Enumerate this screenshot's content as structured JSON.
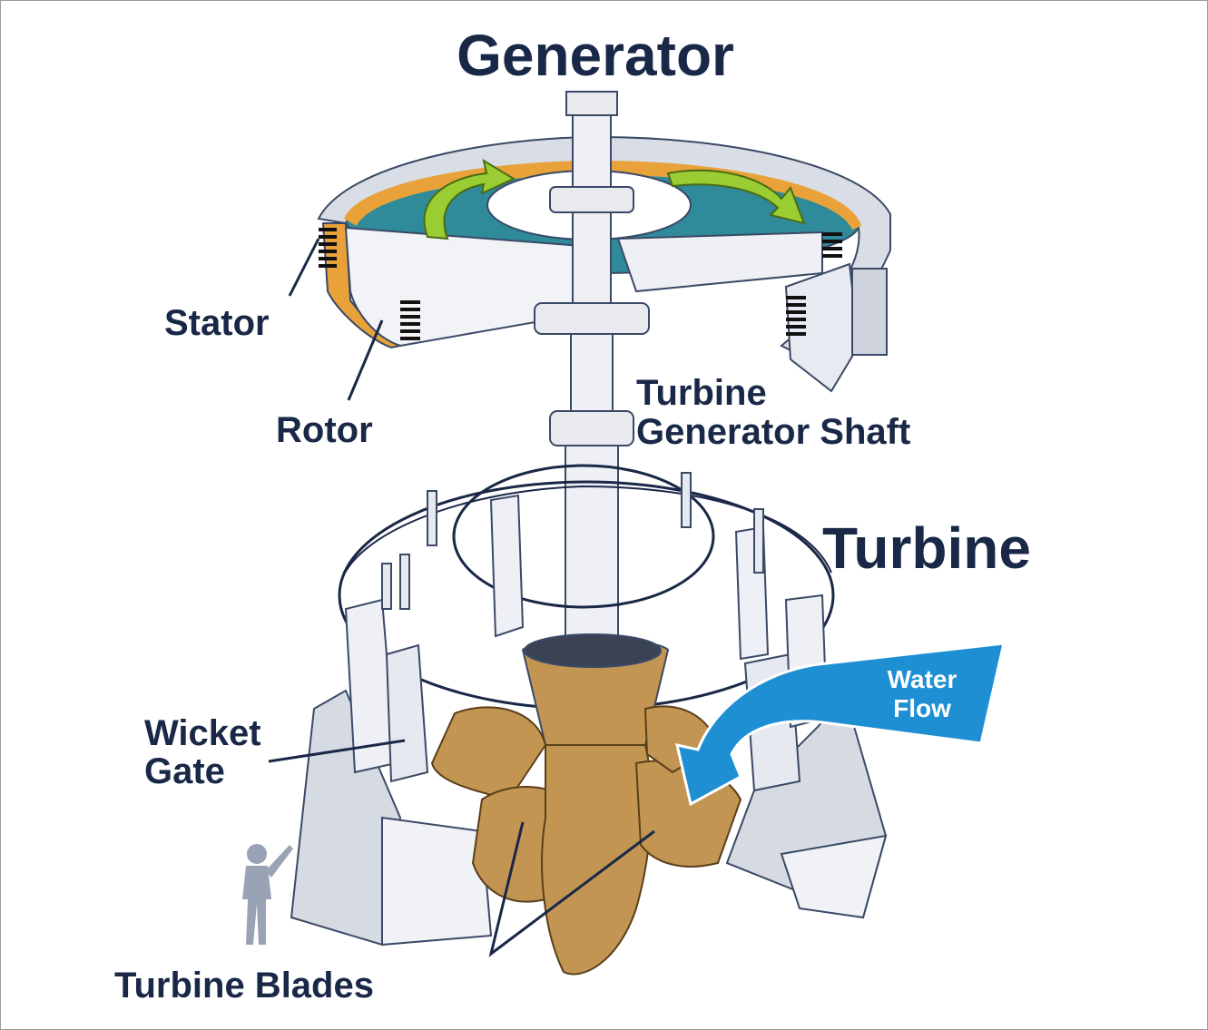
{
  "diagram": {
    "title": "Generator",
    "labels": {
      "stator": "Stator",
      "rotor": "Rotor",
      "shaft_line1": "Turbine",
      "shaft_line2": "Generator Shaft",
      "turbine": "Turbine",
      "wicket_line1": "Wicket",
      "wicket_line2": "Gate",
      "turbine_blades": "Turbine Blades",
      "water_line1": "Water",
      "water_line2": "Flow"
    },
    "colors": {
      "text": "#1a2847",
      "stator_ring": "#e9a23a",
      "rotor_face": "#2f8a9a",
      "arrow": "#9acd32",
      "blades": "#c29552",
      "water": "#1f8fd4",
      "casing": "#e3e6ee"
    }
  }
}
